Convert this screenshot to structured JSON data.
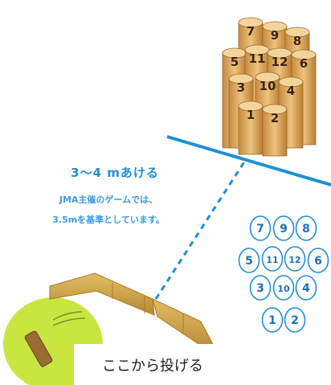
{
  "pins": [
    {
      "id": "7",
      "label": "7"
    },
    {
      "id": "9",
      "label": "9"
    },
    {
      "id": "8",
      "label": "8"
    },
    {
      "id": "5",
      "label": "5"
    },
    {
      "id": "11",
      "label": "11"
    },
    {
      "id": "12",
      "label": "12"
    },
    {
      "id": "6",
      "label": "6"
    },
    {
      "id": "3",
      "label": "3"
    },
    {
      "id": "10",
      "label": "10"
    },
    {
      "id": "4",
      "label": "4"
    },
    {
      "id": "1",
      "label": "1"
    },
    {
      "id": "2",
      "label": "2"
    }
  ],
  "diagram_pins": [
    "7",
    "9",
    "8",
    "5",
    "11",
    "12",
    "6",
    "3",
    "10",
    "4",
    "1",
    "2"
  ],
  "distance_label": "3～4 mあける",
  "rule_note": {
    "line1": "JMA主催のゲームでは、",
    "line2": "3.5mを基準としています。"
  },
  "throw_label": "ここから投げる",
  "colors": {
    "accent_blue": "#1f8fd6",
    "pin_wood": "#e2b36e",
    "field_green": "#c9e640",
    "fence_wood": "#c9a24a"
  }
}
